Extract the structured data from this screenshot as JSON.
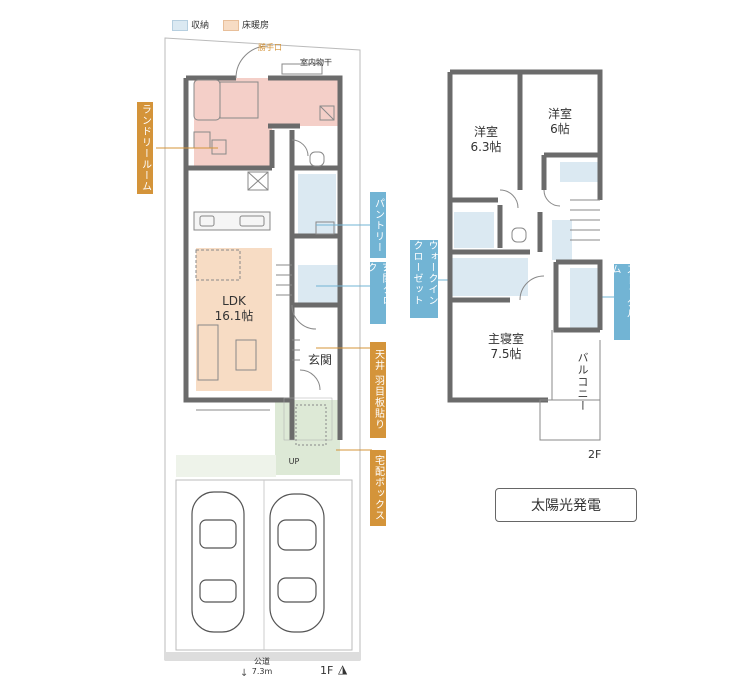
{
  "legend": {
    "storage": {
      "label": "収納",
      "color": "#dbe9f2"
    },
    "floor_heating": {
      "label": "床暖房",
      "color": "#f7dcc4"
    }
  },
  "floor1": {
    "label": "1F",
    "rooms": {
      "ldk_name": "LDK",
      "ldk_size": "16.1帖",
      "entrance": "玄関",
      "service_door": "勝手口",
      "indoor_drying": "室内物干",
      "up": "UP",
      "road": "公道",
      "road_width": "7.3m"
    },
    "callouts": {
      "laundry": "ランドリールーム",
      "pantry": "パントリー",
      "entrance_cloak": "玄関クローク",
      "ceiling": "天井 羽目板貼り",
      "delivery_box": "宅配ボックス"
    }
  },
  "floor2": {
    "label": "2F",
    "rooms": {
      "western1_name": "洋室",
      "western1_size": "6.3帖",
      "western2_name": "洋室",
      "western2_size": "6帖",
      "master_name": "主寝室",
      "master_size": "7.5帖",
      "balcony": "バルコニー"
    },
    "callouts": {
      "walkin": "ウォークイン クローゼット",
      "stock": "ストックルーム"
    }
  },
  "badge": {
    "solar": "太陽光発電"
  },
  "colors": {
    "wall": "#6b6b6b",
    "accent_orange": "#d4943a",
    "accent_blue": "#72b4d4",
    "garden": "#dde9d6"
  }
}
